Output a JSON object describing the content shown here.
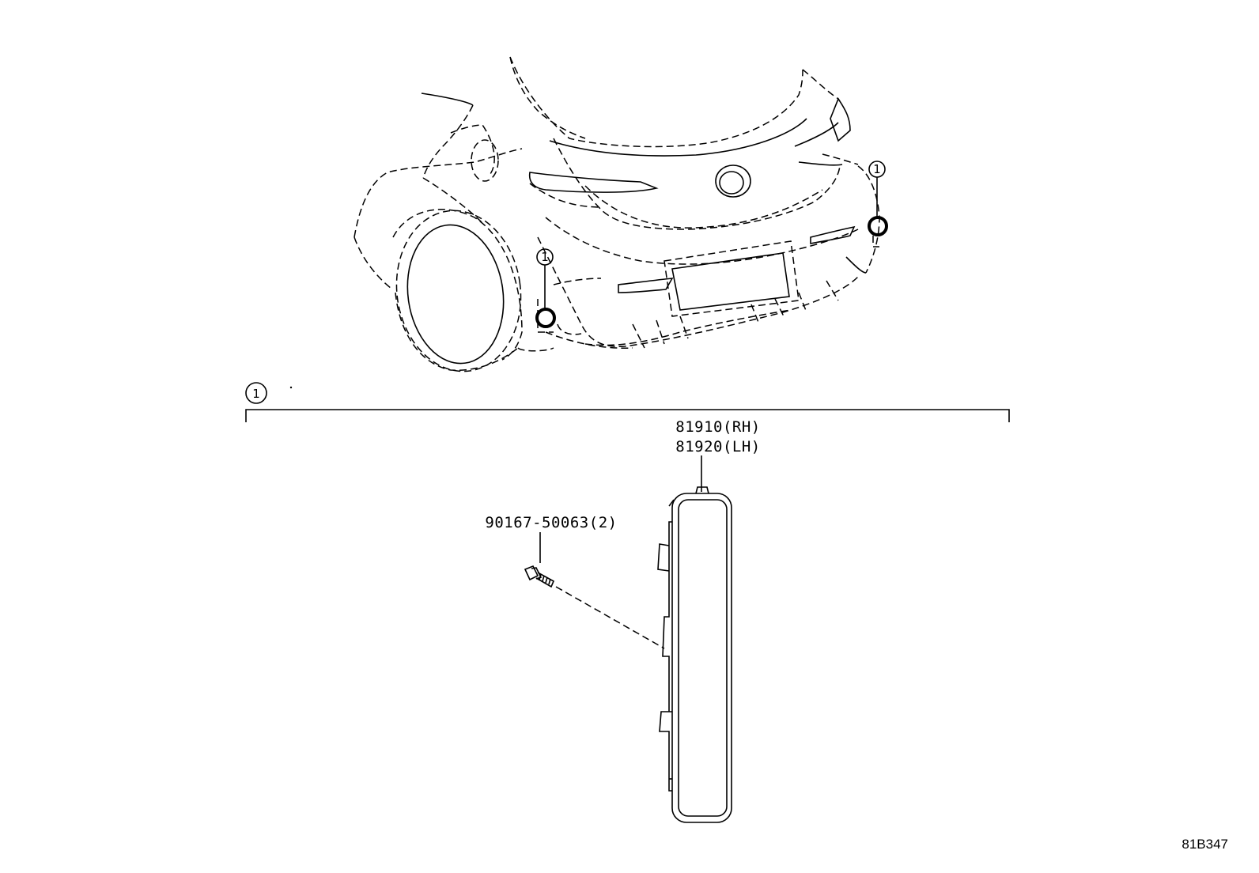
{
  "diagram": {
    "callout_number": "1",
    "parts": {
      "reflector_rh": "81910(RH)",
      "reflector_lh": "81920(LH)",
      "screw": "90167-50063(2)"
    },
    "illustration_code": "81B347"
  }
}
